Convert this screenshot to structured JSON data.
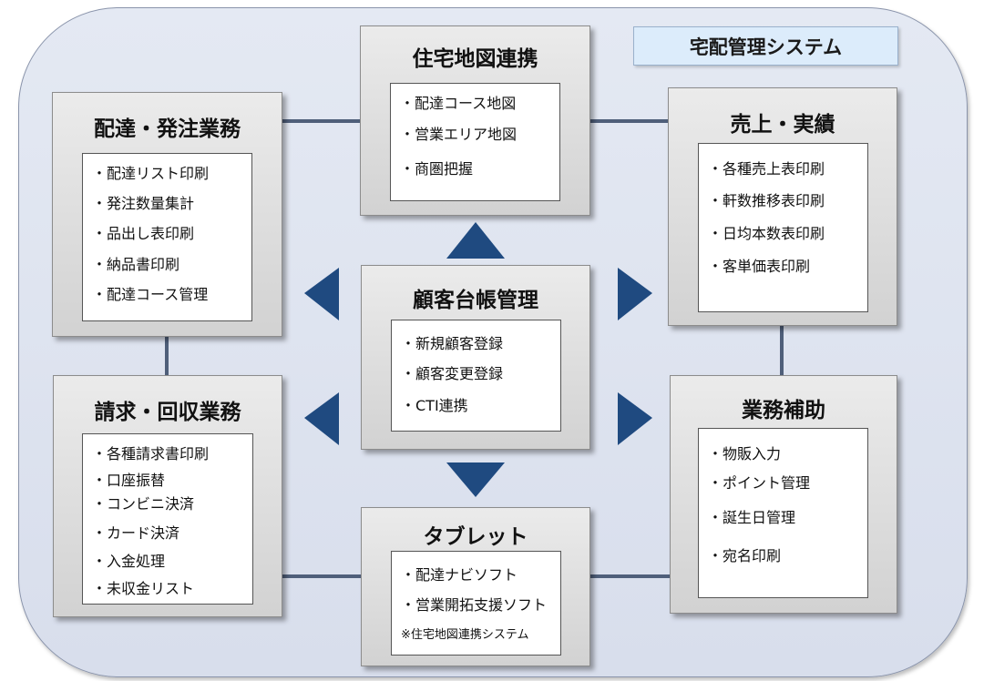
{
  "system_title": "宅配管理システム",
  "modules": {
    "map": {
      "title": "住宅地図連携",
      "items": [
        "・配達コース地図",
        "・営業エリア地図",
        "・商圏把握"
      ]
    },
    "delivery": {
      "title": "配達・発注業務",
      "items": [
        "・配達リスト印刷",
        "・発注数量集計",
        "・品出し表印刷",
        "・納品書印刷",
        "・配達コース管理"
      ]
    },
    "sales": {
      "title": "売上・実績",
      "items": [
        "・各種売上表印刷",
        "・軒数推移表印刷",
        "・日均本数表印刷",
        "・客単価表印刷"
      ]
    },
    "customer": {
      "title": "顧客台帳管理",
      "items": [
        "・新規顧客登録",
        "・顧客変更登録",
        "・CTI連携"
      ]
    },
    "billing": {
      "title": "請求・回収業務",
      "items": [
        "・各種請求書印刷",
        "・口座振替",
        "・コンビニ決済",
        "・カード決済",
        "・入金処理",
        "・未収金リスト"
      ]
    },
    "support": {
      "title": "業務補助",
      "items": [
        "・物販入力",
        "・ポイント管理",
        "・誕生日管理",
        "・宛名印刷"
      ]
    },
    "tablet": {
      "title": "タブレット",
      "items": [
        "・配達ナビソフト",
        "・営業開拓支援ソフト"
      ],
      "note": "※住宅地図連携システム"
    }
  },
  "colors": {
    "frame": "#dce1ee",
    "module": "#dcdcdc",
    "arrow": "#1f4a80",
    "connector": "#4a5c78",
    "title_box": "#dcecfb"
  }
}
